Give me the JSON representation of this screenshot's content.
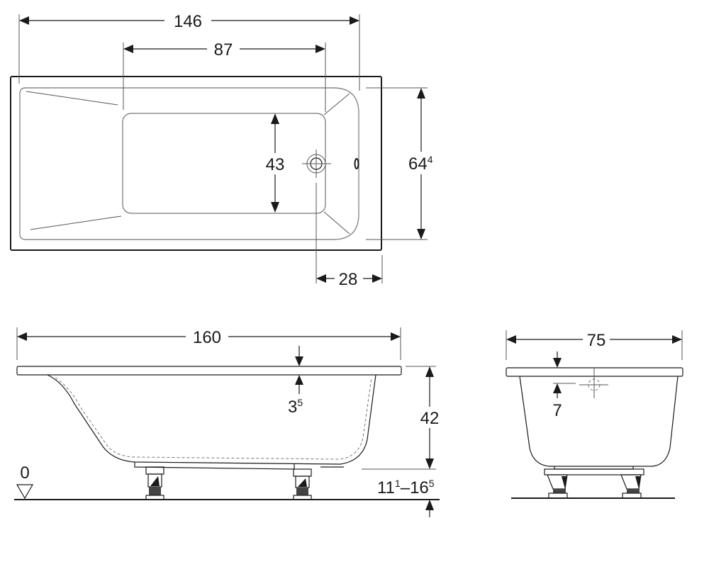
{
  "drawing": {
    "top_view": {
      "overall_length": "146",
      "inner_length": "87",
      "inner_width": "43",
      "overall_width_main": "64",
      "overall_width_sup": "4",
      "drain_offset": "28"
    },
    "side_view": {
      "total_length": "160",
      "rim_thickness_main": "3",
      "rim_thickness_sup": "5",
      "depth": "42",
      "floor_level": "0",
      "leg_height_min_main": "11",
      "leg_height_min_sup": "1",
      "leg_height_dash": "–",
      "leg_height_max_main": "16",
      "leg_height_max_sup": "5"
    },
    "end_view": {
      "width": "75",
      "overflow_offset": "7"
    }
  }
}
